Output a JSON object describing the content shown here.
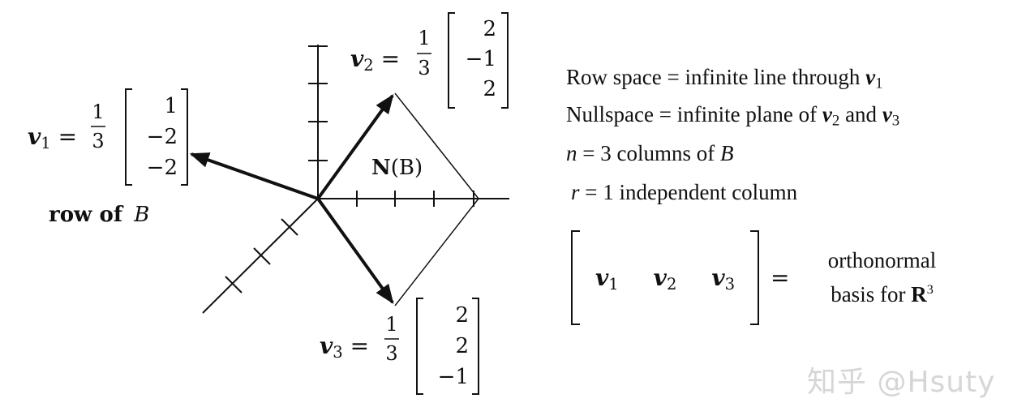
{
  "diagram": {
    "v1": {
      "lhs_symbol": "v",
      "lhs_sub": "1",
      "eq": "=",
      "frac_num": "1",
      "frac_den": "3",
      "entries": [
        "1",
        "−2",
        "−2"
      ]
    },
    "v2": {
      "lhs_symbol": "v",
      "lhs_sub": "2",
      "eq": "=",
      "frac_num": "1",
      "frac_den": "3",
      "entries": [
        "2",
        "−1",
        "2"
      ]
    },
    "v3": {
      "lhs_symbol": "v",
      "lhs_sub": "3",
      "eq": "=",
      "frac_num": "1",
      "frac_den": "3",
      "entries": [
        "2",
        "2",
        "−1"
      ]
    },
    "row_label_text": "row of",
    "row_label_var": "B",
    "nullspace_label_bold": "N",
    "nullspace_label_rest": "(B)"
  },
  "statements": {
    "line1_text": "Row space = infinite line through ",
    "line1_vec": "v",
    "line1_sub": "1",
    "line2_text": "Nullspace = infinite plane of ",
    "line2_vec_a": "v",
    "line2_sub_a": "2",
    "line2_mid": " and ",
    "line2_vec_b": "v",
    "line2_sub_b": "3",
    "line3_var": "n",
    "line3_text": " = 3 columns of ",
    "line3_var2": "B",
    "line4_var": "r",
    "line4_text": " = 1 independent column"
  },
  "matrix_eq": {
    "cols": [
      {
        "vec": "v",
        "sub": "1"
      },
      {
        "vec": "v",
        "sub": "2"
      },
      {
        "vec": "v",
        "sub": "3"
      }
    ],
    "eq": "=",
    "rhs_line1": "orthonormal",
    "rhs_line2_text": "basis for ",
    "rhs_line2_bold": "R",
    "rhs_line2_sup": "3"
  },
  "watermark": "知乎 @Hsuty"
}
